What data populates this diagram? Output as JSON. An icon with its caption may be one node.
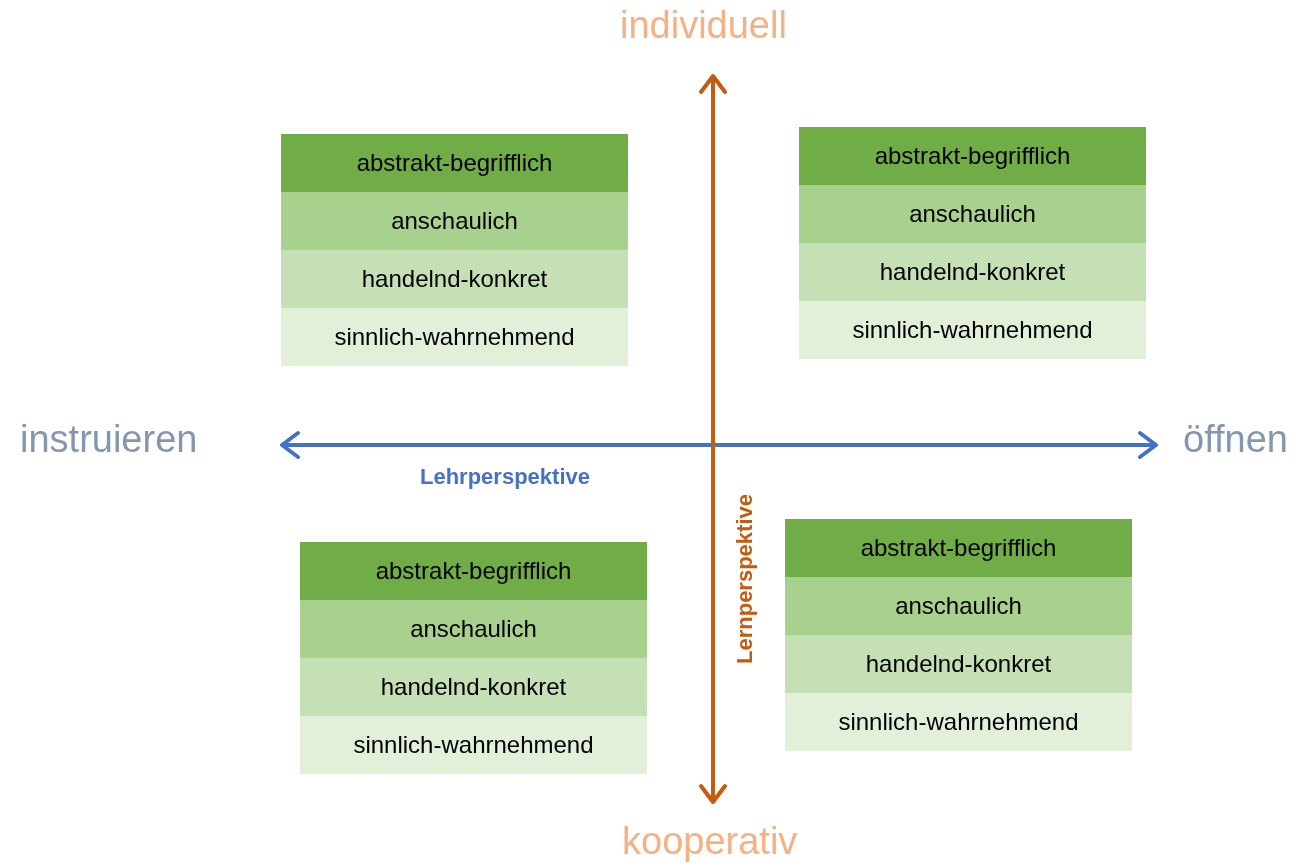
{
  "diagram": {
    "nodes": [
      {
        "text": [],
        "shape": "box"
      },
      {
        "text": [
          "abstrakt-begrifflich"
        ],
        "in": 0
      },
      {
        "text": [
          "anschaulich"
        ],
        "in": 0
      },
      {
        "text": [
          "handelnd-konkret"
        ],
        "in": 0
      },
      {
        "text": [
          "sinnlich-wahrnehmend"
        ],
        "in": 0
      },
      {
        "text": [],
        "shape": "box"
      },
      {
        "text": [
          "abstrakt-begrifflich"
        ],
        "in": 5
      },
      {
        "text": [
          "anschaulich"
        ],
        "in": 5
      },
      {
        "text": [
          "handelnd-konkret"
        ],
        "in": 5
      },
      {
        "text": [
          "sinnlich-wahrnehmend"
        ],
        "in": 5
      },
      {
        "text": [],
        "shape": "box"
      },
      {
        "text": [
          "abstrakt-begrifflich"
        ],
        "in": 10
      },
      {
        "text": [
          "anschaulich"
        ],
        "in": 10
      },
      {
        "text": [
          "handelnd-konkret"
        ],
        "in": 10
      },
      {
        "text": [
          "sinnlich-wahrnehmend"
        ],
        "in": 10
      },
      {
        "text": [],
        "shape": "box"
      },
      {
        "text": [
          "abstrakt-begrifflich"
        ],
        "in": 15
      },
      {
        "text": [
          "anschaulich"
        ],
        "in": 15
      },
      {
        "text": [
          "handelnd-konkret"
        ],
        "in": 15
      },
      {
        "text": [
          "sinnlich-wahrnehmend"
        ],
        "in": 15
      }
    ],
    "labels": [
      "individuell",
      "instruieren",
      "öffnen",
      "Lehrperspektive",
      "Lernperspektive",
      "kooperativ"
    ]
  }
}
